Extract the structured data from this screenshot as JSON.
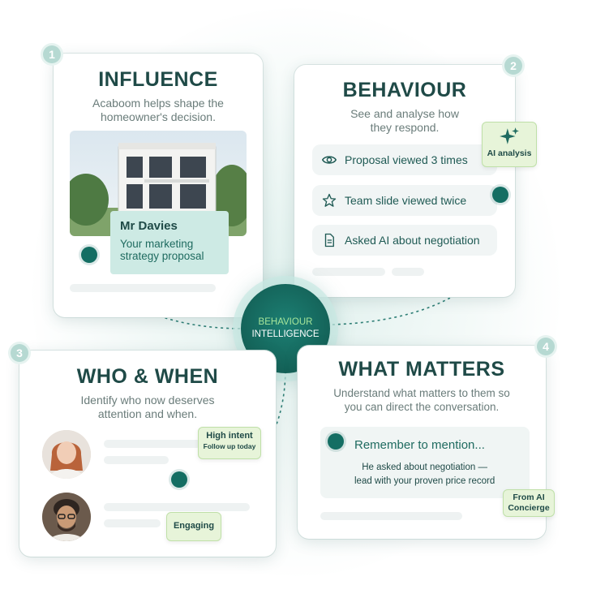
{
  "cards": {
    "influence": {
      "number": "1",
      "title": "INFLUENCE",
      "subtitle_line1": "Acaboom helps shape the",
      "subtitle_line2": "homeowner's decision.",
      "overlay_name": "Mr Davies",
      "overlay_line1": "Your marketing",
      "overlay_line2": "strategy proposal"
    },
    "behaviour": {
      "number": "2",
      "title": "BEHAVIOUR",
      "subtitle_line1": "See and analyse how",
      "subtitle_line2": "they respond.",
      "ai_tag": "AI analysis",
      "rows": [
        {
          "icon": "eye-icon",
          "label": "Proposal viewed 3 times"
        },
        {
          "icon": "star-icon",
          "label": "Team slide viewed twice"
        },
        {
          "icon": "document-icon",
          "label": "Asked AI about negotiation"
        }
      ]
    },
    "who_when": {
      "number": "3",
      "title": "WHO & WHEN",
      "subtitle_line1": "Identify who now deserves",
      "subtitle_line2": "attention and when.",
      "tag1_line1": "High intent",
      "tag1_line2": "Follow up today",
      "tag2": "Engaging"
    },
    "what_matters": {
      "number": "4",
      "title": "WHAT MATTERS",
      "subtitle_line1": "Understand what matters to them so",
      "subtitle_line2": "you can direct the conversation.",
      "reminder_title": "Remember to mention...",
      "reminder_line1": "He asked about negotiation —",
      "reminder_line2": "lead with your proven price record",
      "concierge_line1": "From AI",
      "concierge_line2": "Concierge"
    }
  },
  "hub": {
    "line1": "BEHAVIOUR",
    "line2": "INTELLIGENCE"
  },
  "colors": {
    "teal_dark": "#146e63",
    "title": "#1f4a47",
    "hub_accent": "#a6e59a",
    "tag_bg": "#e7f4d9"
  }
}
